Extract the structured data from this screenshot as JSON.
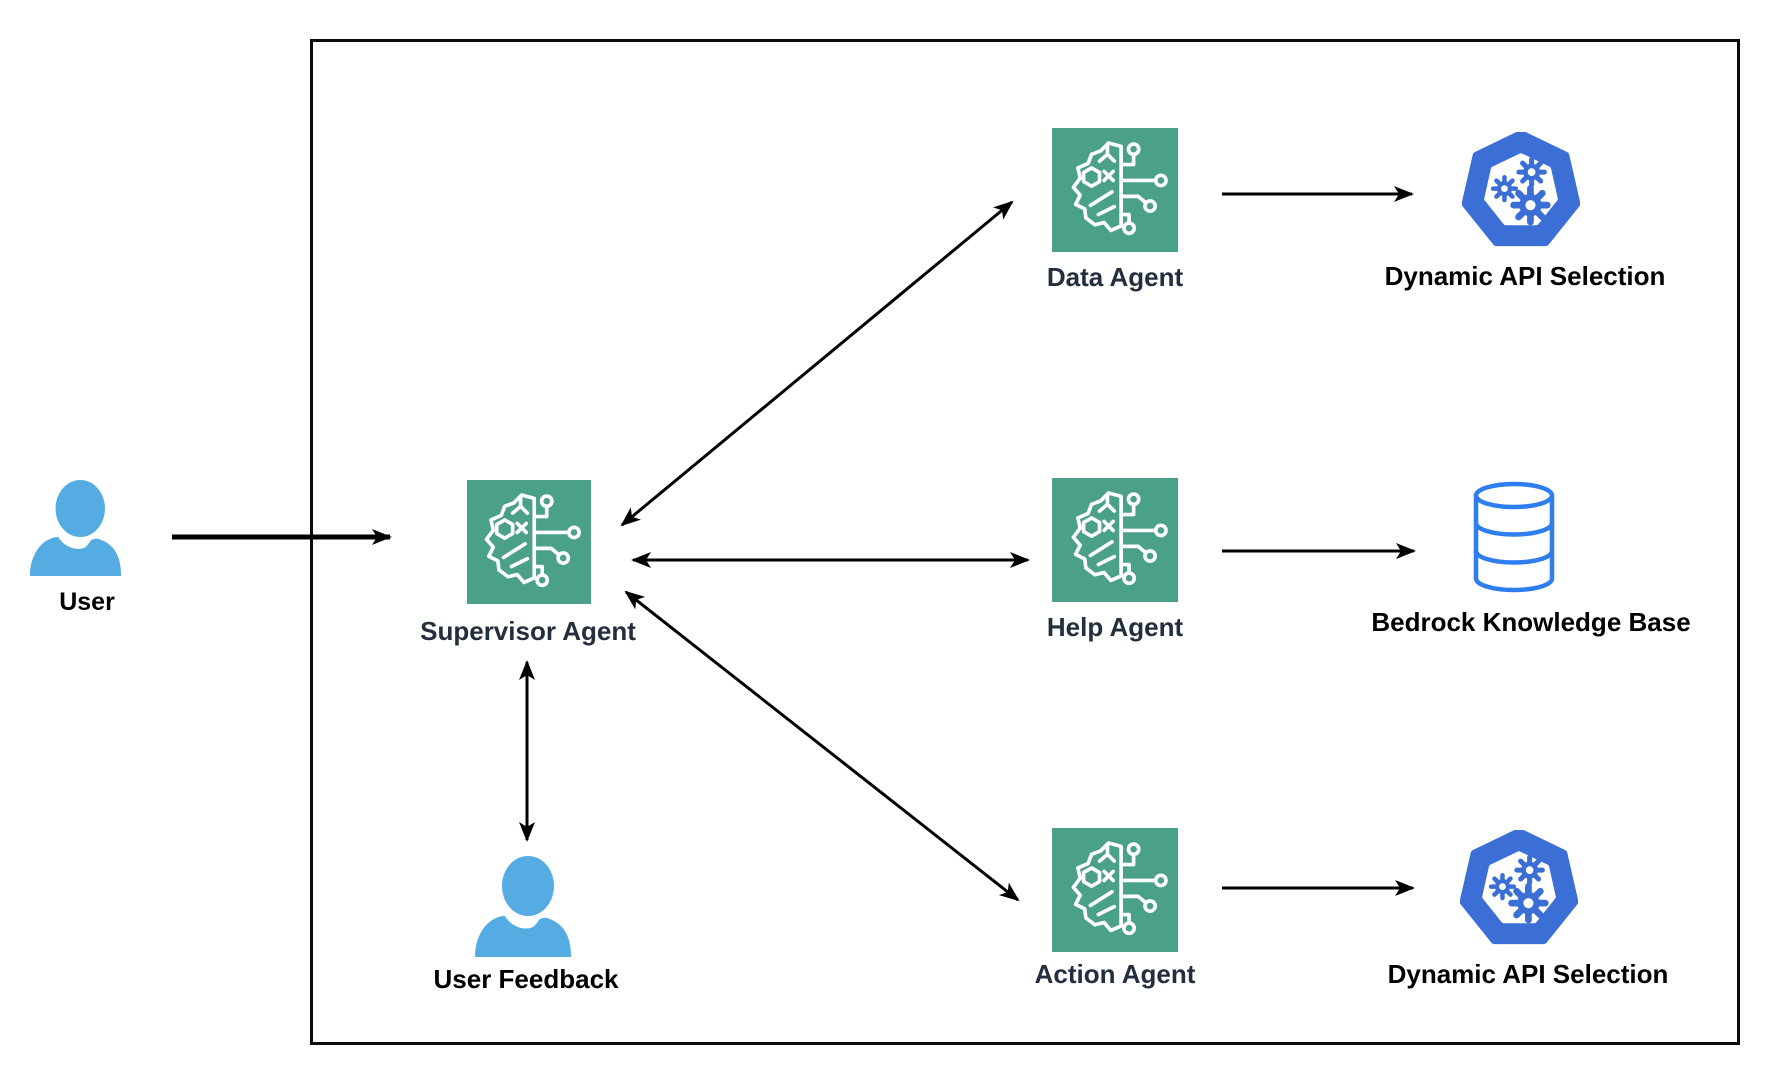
{
  "colors": {
    "agent_green": "#4BA08A",
    "person_blue": "#54ACE3",
    "heptagon_blue": "#3B6FD6",
    "db_blue": "#2E7EF0",
    "label_dark": "#232F3E",
    "label_black": "#000000",
    "line_black": "#000000"
  },
  "nodes": {
    "user": {
      "label": "User",
      "icon": "person-silhouette"
    },
    "supervisor_agent": {
      "label": "Supervisor Agent",
      "icon": "ai-brain-circuit"
    },
    "user_feedback": {
      "label": "User Feedback",
      "icon": "person-silhouette"
    },
    "data_agent": {
      "label": "Data Agent",
      "icon": "ai-brain-circuit"
    },
    "help_agent": {
      "label": "Help Agent",
      "icon": "ai-brain-circuit"
    },
    "action_agent": {
      "label": "Action Agent",
      "icon": "ai-brain-circuit"
    },
    "dynamic_api_selection_top": {
      "label": "Dynamic API Selection",
      "icon": "heptagon-gears"
    },
    "bedrock_knowledge_base": {
      "label": "Bedrock Knowledge Base",
      "icon": "database-cylinder"
    },
    "dynamic_api_selection_bottom": {
      "label": "Dynamic API Selection",
      "icon": "heptagon-gears"
    }
  },
  "edges": [
    {
      "from": "User",
      "to": "Supervisor Agent",
      "direction": "one-way"
    },
    {
      "from": "Supervisor Agent",
      "to": "Data Agent",
      "direction": "two-way"
    },
    {
      "from": "Supervisor Agent",
      "to": "Help Agent",
      "direction": "two-way"
    },
    {
      "from": "Supervisor Agent",
      "to": "Action Agent",
      "direction": "two-way"
    },
    {
      "from": "Supervisor Agent",
      "to": "User Feedback",
      "direction": "two-way"
    },
    {
      "from": "Data Agent",
      "to": "Dynamic API Selection",
      "direction": "one-way"
    },
    {
      "from": "Help Agent",
      "to": "Bedrock Knowledge Base",
      "direction": "one-way"
    },
    {
      "from": "Action Agent",
      "to": "Dynamic API Selection",
      "direction": "one-way"
    }
  ]
}
